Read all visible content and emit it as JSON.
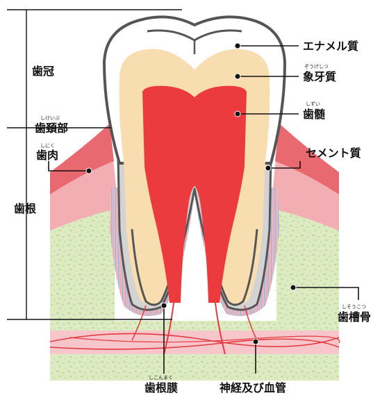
{
  "labels": {
    "crown": "歯冠",
    "neck": "歯頚部",
    "neck_ruby": "しけいぶ",
    "gum": "歯肉",
    "gum_ruby": "しにく",
    "root": "歯根",
    "enamel": "エナメル質",
    "dentin": "象牙質",
    "dentin_ruby": "ぞうげしつ",
    "pulp": "歯髄",
    "pulp_ruby": "しずい",
    "cementum": "セメント質",
    "alveolar_bone": "歯槽骨",
    "alveolar_bone_ruby": "しそうこつ",
    "periodontal_ligament": "歯根膜",
    "periodontal_ligament_ruby": "しこんまく",
    "nerves_vessels": "神経及び血管"
  },
  "colors": {
    "enamel": "#ffffff",
    "outline": "#555555",
    "dentin": "#f8ddb0",
    "pulp": "#ec3b3f",
    "cementum": "#d3d3d3",
    "gum_dark": "#e8696f",
    "gum_light": "#f3aeb4",
    "bone": "#dcebc2",
    "bone_spots": "#c5da9f",
    "ligament_blue": "#8fb6d8",
    "ligament_pink": "#f29aa3",
    "vessels": "#e23a3f"
  }
}
